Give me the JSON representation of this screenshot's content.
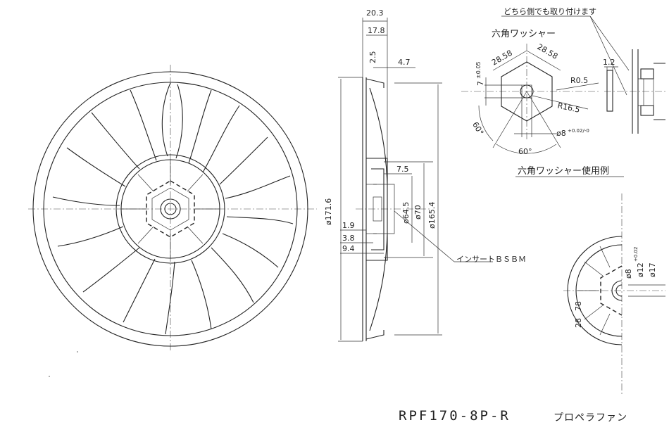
{
  "labels": {
    "model_number": "RPF170-8P-R",
    "product_name": "プロペラファン",
    "mounting_note": "どちら側でも取り付けます",
    "hex_washer": "六角ワッシャー",
    "hex_washer_usage": "六角ワッシャー使用例",
    "insert": "インサートＢＳＢＭ"
  },
  "dimensions": {
    "d20_3": "20.3",
    "d17_8": "17.8",
    "d2_5": "2.5",
    "d4_7": "4.7",
    "d7_5": "7.5",
    "d171_6": "ø171.6",
    "d64_5": "ø64.5",
    "d70": "ø70",
    "d165_4": "ø165.4",
    "d1_9": "1.9",
    "d3_8": "3.8",
    "d9_4": "9.4",
    "hex_28_58_left": "28.58",
    "hex_28_58_right": "28.58",
    "hex_r0_5": "R0.5",
    "hex_r16_5": "R16.5",
    "hex_7": "7",
    "hex_7_tol": "±0.05",
    "hex_60_left": "60°",
    "hex_60_bottom": "60°",
    "hex_d8": "ø8",
    "hex_d8_tol": "+0.02/-0",
    "side_1_2": "1.2",
    "det_d8": "ø8",
    "det_d8_tol": "+0.02",
    "det_d12": "ø12",
    "det_d17": "ø17",
    "det_78": "78",
    "det_28": "28"
  }
}
